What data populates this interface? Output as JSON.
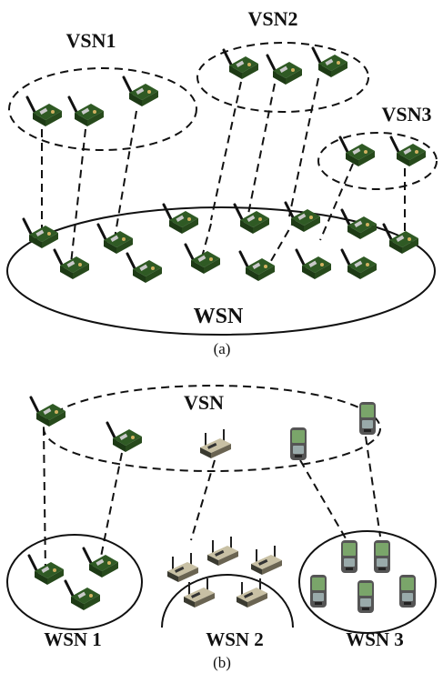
{
  "panel_a": {
    "labels": {
      "vsn1": "VSN1",
      "vsn2": "VSN2",
      "vsn3": "VSN3",
      "wsn": "WSN"
    },
    "caption": "(a)"
  },
  "panel_b": {
    "labels": {
      "vsn": "VSN",
      "wsn1": "WSN 1",
      "wsn2": "WSN 2",
      "wsn3": "WSN 3"
    },
    "caption": "(b)"
  },
  "icons": {
    "board": "sensor-board-with-antenna",
    "mote": "flat-sensor-mote",
    "phone": "handheld-sensor-device"
  },
  "colors": {
    "board": "#3f6a2f",
    "board_dark": "#223b18",
    "mote": "#b8b094",
    "phone": "#4c4c4c",
    "line": "#111111"
  }
}
